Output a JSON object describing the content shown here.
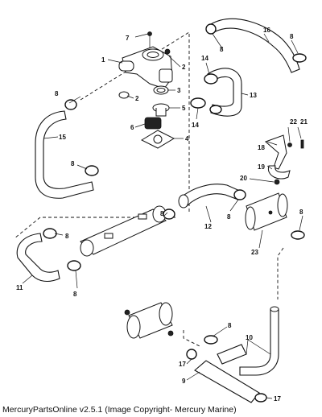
{
  "caption": "MercuryPartsOnline v2.5.1 (Image Copyright- Mercury Marine)",
  "callouts": {
    "n1": "1",
    "n2a": "2",
    "n2b": "2",
    "n3": "3",
    "n4": "4",
    "n5": "5",
    "n6": "6",
    "n7": "7",
    "n8a": "8",
    "n8b": "8",
    "n8c": "8",
    "n8d": "8",
    "n8e": "8",
    "n8f": "8",
    "n8g": "8",
    "n8h": "8",
    "n8i": "8",
    "n9": "9",
    "n10": "10",
    "n11": "11",
    "n12": "12",
    "n13": "13",
    "n14a": "14",
    "n14b": "14",
    "n15": "15",
    "n16": "16",
    "n17a": "17",
    "n17b": "17",
    "n18": "18",
    "n19": "19",
    "n20": "20",
    "n21": "21",
    "n22": "22",
    "n23": "23"
  }
}
